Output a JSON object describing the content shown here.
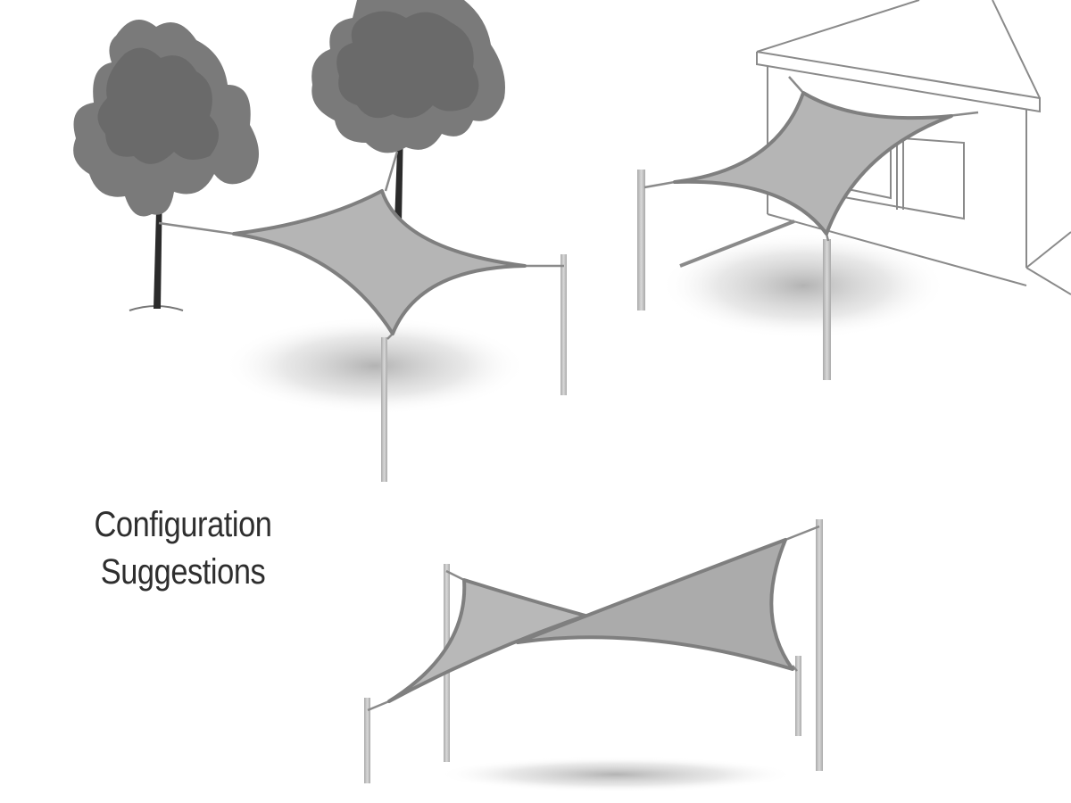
{
  "caption": {
    "line1": "Configuration",
    "line2": "Suggestions"
  },
  "colors": {
    "background": "#ffffff",
    "sail_fill": "#b5b5b5",
    "sail_edge": "#7f7f7f",
    "pole": "#c8c8c8",
    "tree_foliage": "#7a7a7a",
    "tree_trunk": "#2b2b2b",
    "house_outline": "#8a8a8a",
    "caption_text": "#2e2e2e"
  },
  "illustrations": [
    {
      "name": "tree-pole-configuration",
      "description_icon": "shade-sail-between-trees-and-poles"
    },
    {
      "name": "house-wall-configuration",
      "description_icon": "shade-sail-attached-to-house"
    },
    {
      "name": "freestanding-triangle-configuration",
      "description_icon": "two-triangular-shade-sails"
    }
  ]
}
